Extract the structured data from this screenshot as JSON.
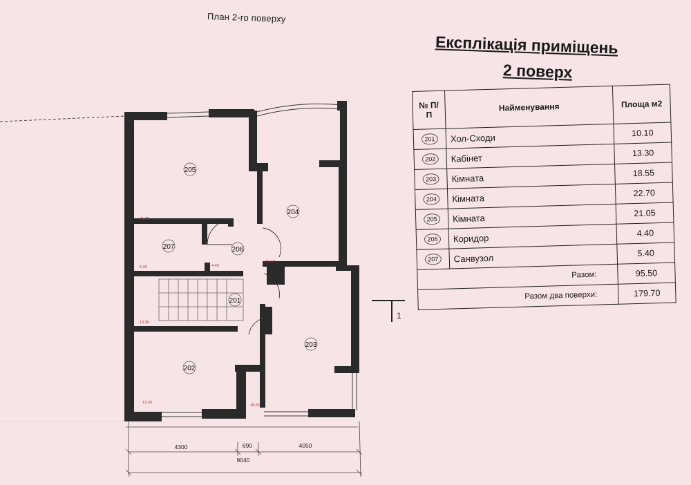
{
  "plan_title": "План 2-го поверху",
  "explication": {
    "title": "Експлікація приміщень",
    "subtitle": "2 поверх",
    "headers": {
      "num": "№ П/П",
      "name": "Найменування",
      "area": "Площа м2"
    },
    "rows": [
      {
        "num": "201",
        "name": "Хол-Сходи",
        "area": "10.10"
      },
      {
        "num": "202",
        "name": "Кабінет",
        "area": "13.30"
      },
      {
        "num": "203",
        "name": "Кімната",
        "area": "18.55"
      },
      {
        "num": "204",
        "name": "Кімната",
        "area": "22.70"
      },
      {
        "num": "205",
        "name": "Кімната",
        "area": "21.05"
      },
      {
        "num": "206",
        "name": "Коридор",
        "area": "4.40"
      },
      {
        "num": "207",
        "name": "Санвузол",
        "area": "5.40"
      }
    ],
    "total_label": "Разом:",
    "total_value": "95.50",
    "grand_total_label": "Разом два поверхи:",
    "grand_total_value": "179.70"
  },
  "plan": {
    "rooms": [
      {
        "id": "201"
      },
      {
        "id": "202"
      },
      {
        "id": "203"
      },
      {
        "id": "204"
      },
      {
        "id": "205"
      },
      {
        "id": "206"
      },
      {
        "id": "207"
      }
    ],
    "dimensions": [
      "4300",
      "690",
      "4050",
      "9040"
    ],
    "small_marks": [
      "21.05",
      "5.40",
      "4.40",
      "10.10",
      "13.30",
      "18.55"
    ]
  },
  "section_label": "1",
  "colors": {
    "paper": "#f7e4e6",
    "ink": "#1a1a1a",
    "red_marks": "#c0282e"
  }
}
